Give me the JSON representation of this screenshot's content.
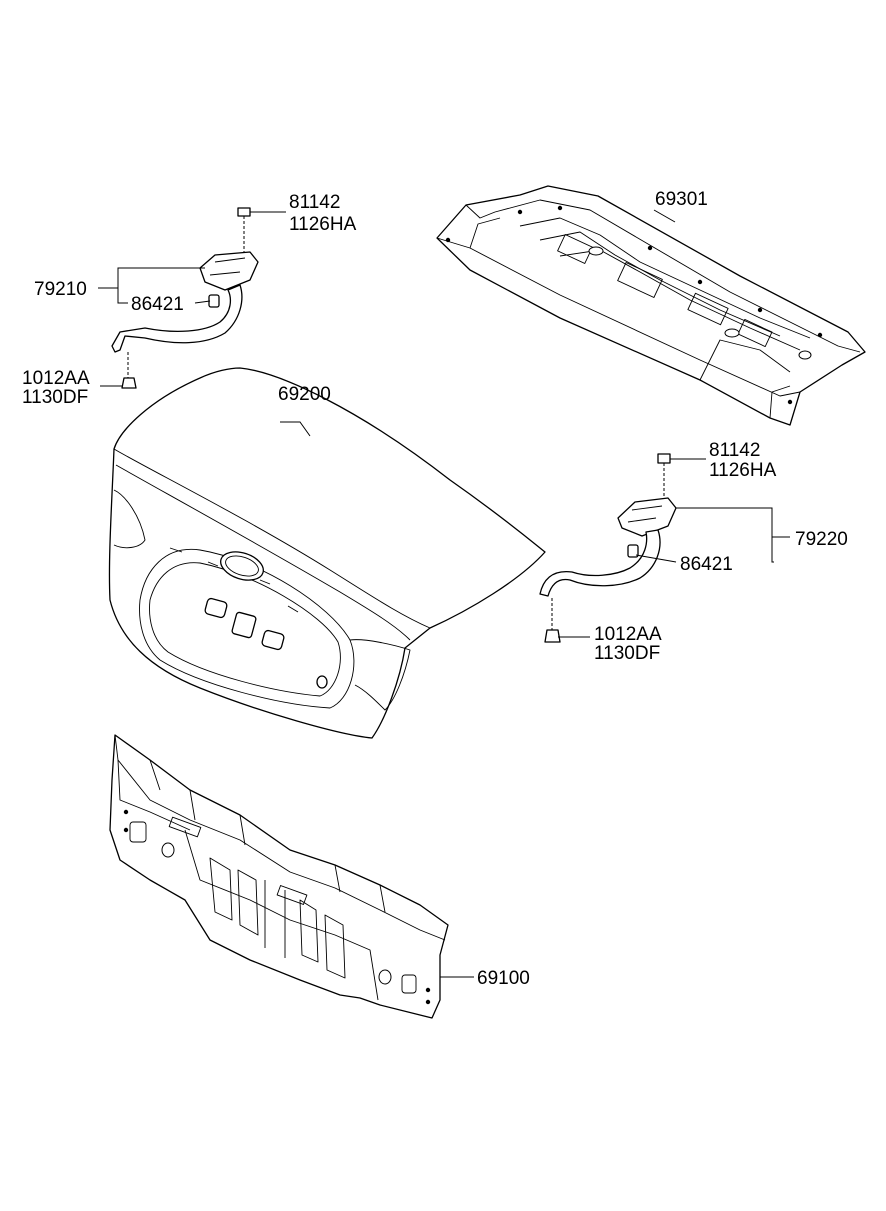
{
  "labels": {
    "left_bolt_top": "81142",
    "left_bolt_top_2": "1126HA",
    "left_hinge": "79210",
    "left_stopper": "86421",
    "left_bolt_bottom": "1012AA",
    "left_bolt_bottom_2": "1130DF",
    "trunk_lid": "69200",
    "rear_shelf_panel": "69301",
    "right_bolt_top": "81142",
    "right_bolt_top_2": "1126HA",
    "right_hinge": "79220",
    "right_stopper": "86421",
    "right_bolt_bottom": "1012AA",
    "right_bolt_bottom_2": "1130DF",
    "back_panel": "69100"
  }
}
